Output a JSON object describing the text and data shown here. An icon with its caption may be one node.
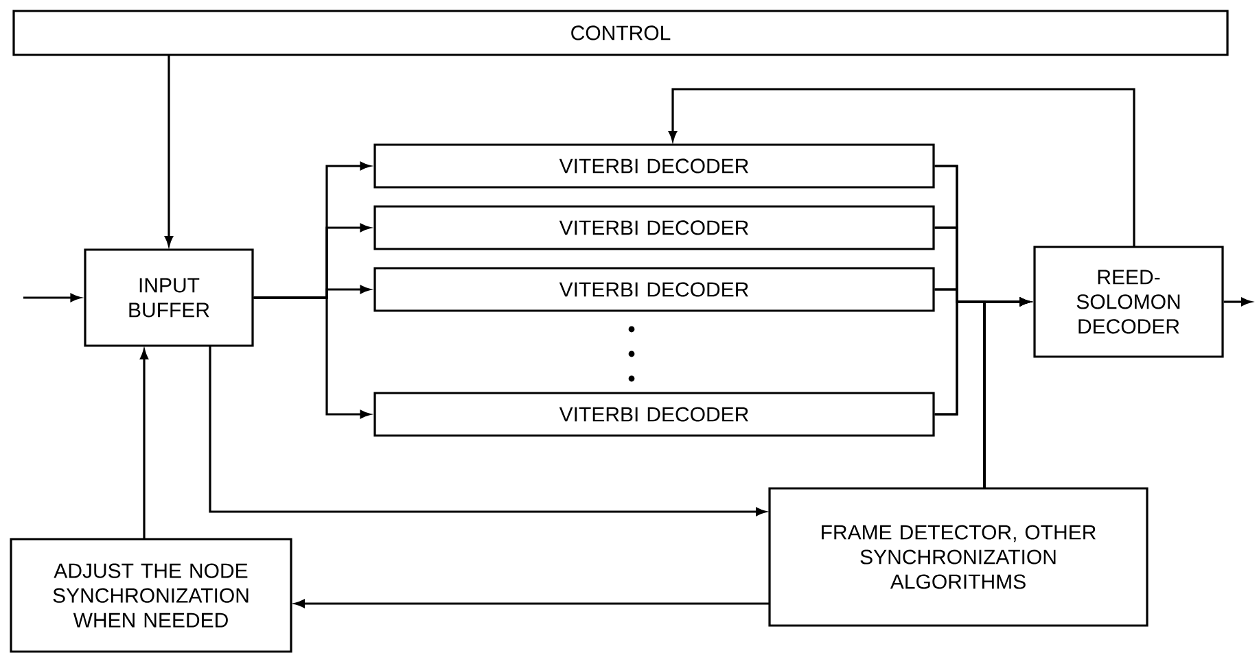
{
  "diagram": {
    "nodes": [
      {
        "text": [
          "CONTROL"
        ]
      },
      {
        "text": [
          "INPUT BUFFER"
        ]
      },
      {
        "text": [
          "VITERBI DECODER"
        ]
      },
      {
        "text": [
          "VITERBI DECODER"
        ]
      },
      {
        "text": [
          "VITERBI DECODER"
        ]
      },
      {
        "text": [
          "VITERBI DECODER"
        ]
      },
      {
        "text": [
          "REED-SOLOMON DECODER"
        ]
      },
      {
        "text": [
          "FRAME DETECTOR, OTHER SYNCHRONIZATION ALGORITHMS"
        ]
      },
      {
        "text": [
          "ADJUST THE NODE SYNCHRONIZATION WHEN NEEDED"
        ]
      }
    ],
    "edges": [
      {
        "from": 0,
        "to": 1,
        "arrow": "to"
      },
      {
        "from": null,
        "to": 1,
        "arrow": "to"
      },
      {
        "from": 1,
        "to": 2,
        "arrow": "to"
      },
      {
        "from": 1,
        "to": 3,
        "arrow": "to"
      },
      {
        "from": 1,
        "to": 4,
        "arrow": "to"
      },
      {
        "from": 1,
        "to": 5,
        "arrow": "to"
      },
      {
        "from": 2,
        "to": 6,
        "arrow": "to"
      },
      {
        "from": 3,
        "to": 6,
        "arrow": "to"
      },
      {
        "from": 4,
        "to": 6,
        "arrow": "to"
      },
      {
        "from": 5,
        "to": 6,
        "arrow": "to"
      },
      {
        "from": 2,
        "to": 7,
        "arrow": "none"
      },
      {
        "from": 3,
        "to": 7,
        "arrow": "none"
      },
      {
        "from": 4,
        "to": 7,
        "arrow": "none"
      },
      {
        "from": 5,
        "to": 7,
        "arrow": "none"
      },
      {
        "from": 6,
        "to": 2,
        "arrow": "to"
      },
      {
        "from": 6,
        "to": null,
        "arrow": "to"
      },
      {
        "from": 1,
        "to": 7,
        "arrow": "to"
      },
      {
        "from": 7,
        "to": 8,
        "arrow": "to"
      },
      {
        "from": 8,
        "to": 1,
        "arrow": "to"
      }
    ]
  }
}
